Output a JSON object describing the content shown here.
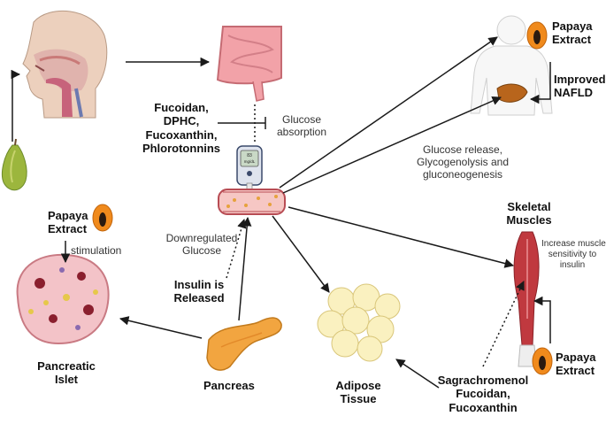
{
  "labels": {
    "compounds_top": [
      "Fucoidan,",
      "DPHC,",
      "Fucoxanthin,",
      "Phlorotonnins"
    ],
    "glucose_absorption": [
      "Glucose",
      "absorption"
    ],
    "papaya_extract": [
      "Papaya",
      "Extract"
    ],
    "improved_nafld": [
      "Improved",
      "NAFLD"
    ],
    "glucose_release": [
      "Glucose release,",
      "Glycogenolysis and",
      "gluconeogenesis"
    ],
    "skeletal_muscles": [
      "Skeletal",
      "Muscles"
    ],
    "increase_sensitivity": [
      "Increase muscle",
      "sensitivity  to",
      "insulin"
    ],
    "stimulation": "stimulation",
    "downregulated_glucose": [
      "Downregulated",
      "Glucose"
    ],
    "insulin_released": [
      "Insulin is",
      "Released"
    ],
    "pancreatic_islet": [
      "Pancreatic",
      "Islet"
    ],
    "pancreas": "Pancreas",
    "adipose_tissue": [
      "Adipose",
      "Tissue"
    ],
    "compounds_bottom": [
      "Sagrachromenol",
      "Fucoidan,",
      "Fucoxanthin"
    ],
    "glucometer_reading": [
      "83",
      "mg/dL"
    ]
  },
  "colors": {
    "papaya_orange": "#f08a1c",
    "intestine_pink": "#f2a2a8",
    "vessel_pink": "#f6c7c4",
    "liver_brown": "#b8651c",
    "muscle_red": "#c0393f",
    "fat_yellow": "#faf1c0",
    "pancreas_orange": "#f2a540",
    "arrow": "#1a1a1a"
  }
}
